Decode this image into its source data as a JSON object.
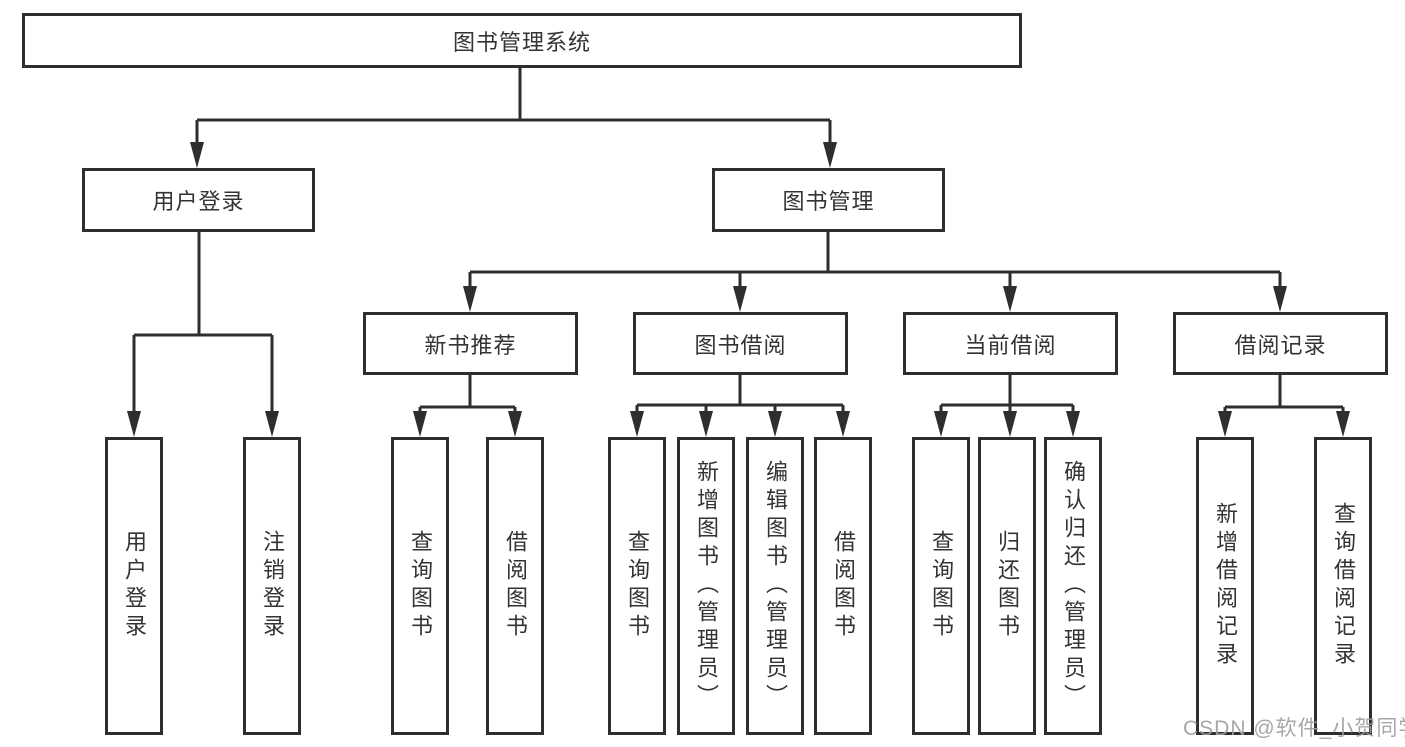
{
  "diagram": {
    "root": {
      "label": "图书管理系统"
    },
    "branches": [
      {
        "label": "用户登录",
        "leaves": [
          {
            "label": "用户登录"
          },
          {
            "label": "注销登录"
          }
        ]
      },
      {
        "label": "图书管理",
        "children": [
          {
            "label": "新书推荐",
            "leaves": [
              {
                "label": "查询图书"
              },
              {
                "label": "借阅图书"
              }
            ]
          },
          {
            "label": "图书借阅",
            "leaves": [
              {
                "label": "查询图书"
              },
              {
                "label": "新增图书（管理员）"
              },
              {
                "label": "编辑图书（管理员）"
              },
              {
                "label": "借阅图书"
              }
            ]
          },
          {
            "label": "当前借阅",
            "leaves": [
              {
                "label": "查询图书"
              },
              {
                "label": "归还图书"
              },
              {
                "label": "确认归还（管理员）"
              }
            ]
          },
          {
            "label": "借阅记录",
            "leaves": [
              {
                "label": "新增借阅记录"
              },
              {
                "label": "查询借阅记录"
              }
            ]
          }
        ]
      }
    ]
  },
  "watermark": {
    "text": "CSDN @软件_小贺同学",
    "color": "#a0a0a0"
  },
  "colors": {
    "line": "#2e2e2e",
    "box_border": "#2e2e2e",
    "box_fill": "#ffffff",
    "text": "#333333",
    "background": "#ffffff"
  }
}
